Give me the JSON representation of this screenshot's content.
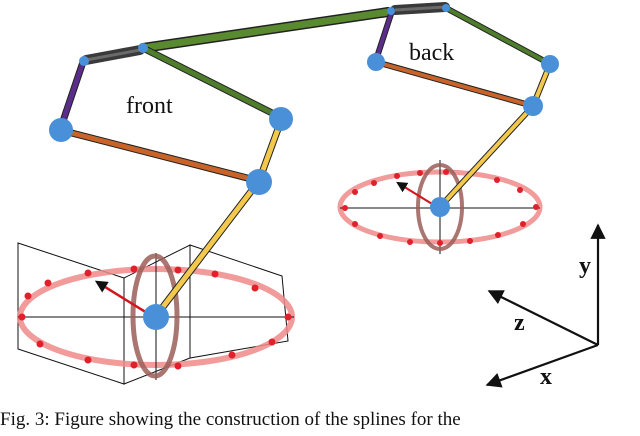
{
  "labels": {
    "front": "front",
    "back": "back",
    "axis_y": "y",
    "axis_z": "z",
    "axis_x": "x"
  },
  "caption": "Fig. 3: Figure showing the construction of the splines for the",
  "colors": {
    "spine": "#5a8a30",
    "hip_joint": "#3a3a3a",
    "upper_leg_purple": "#5b2d8a",
    "thigh_green": "#4e7d2b",
    "cross_brace_orange": "#c8642a",
    "lower_leg_yellow": "#f2c94c",
    "joint_blue": "#4a90d9",
    "ellipse_pink": "#f08a8a",
    "ellipse_dot_red": "#e0202a",
    "direction_arrow_red": "#d4161c",
    "vertical_ellipse_brown": "#9a5e58",
    "axis_black": "#111111"
  },
  "icons": {
    "axis_arrowheads": "arrowhead-icon"
  }
}
